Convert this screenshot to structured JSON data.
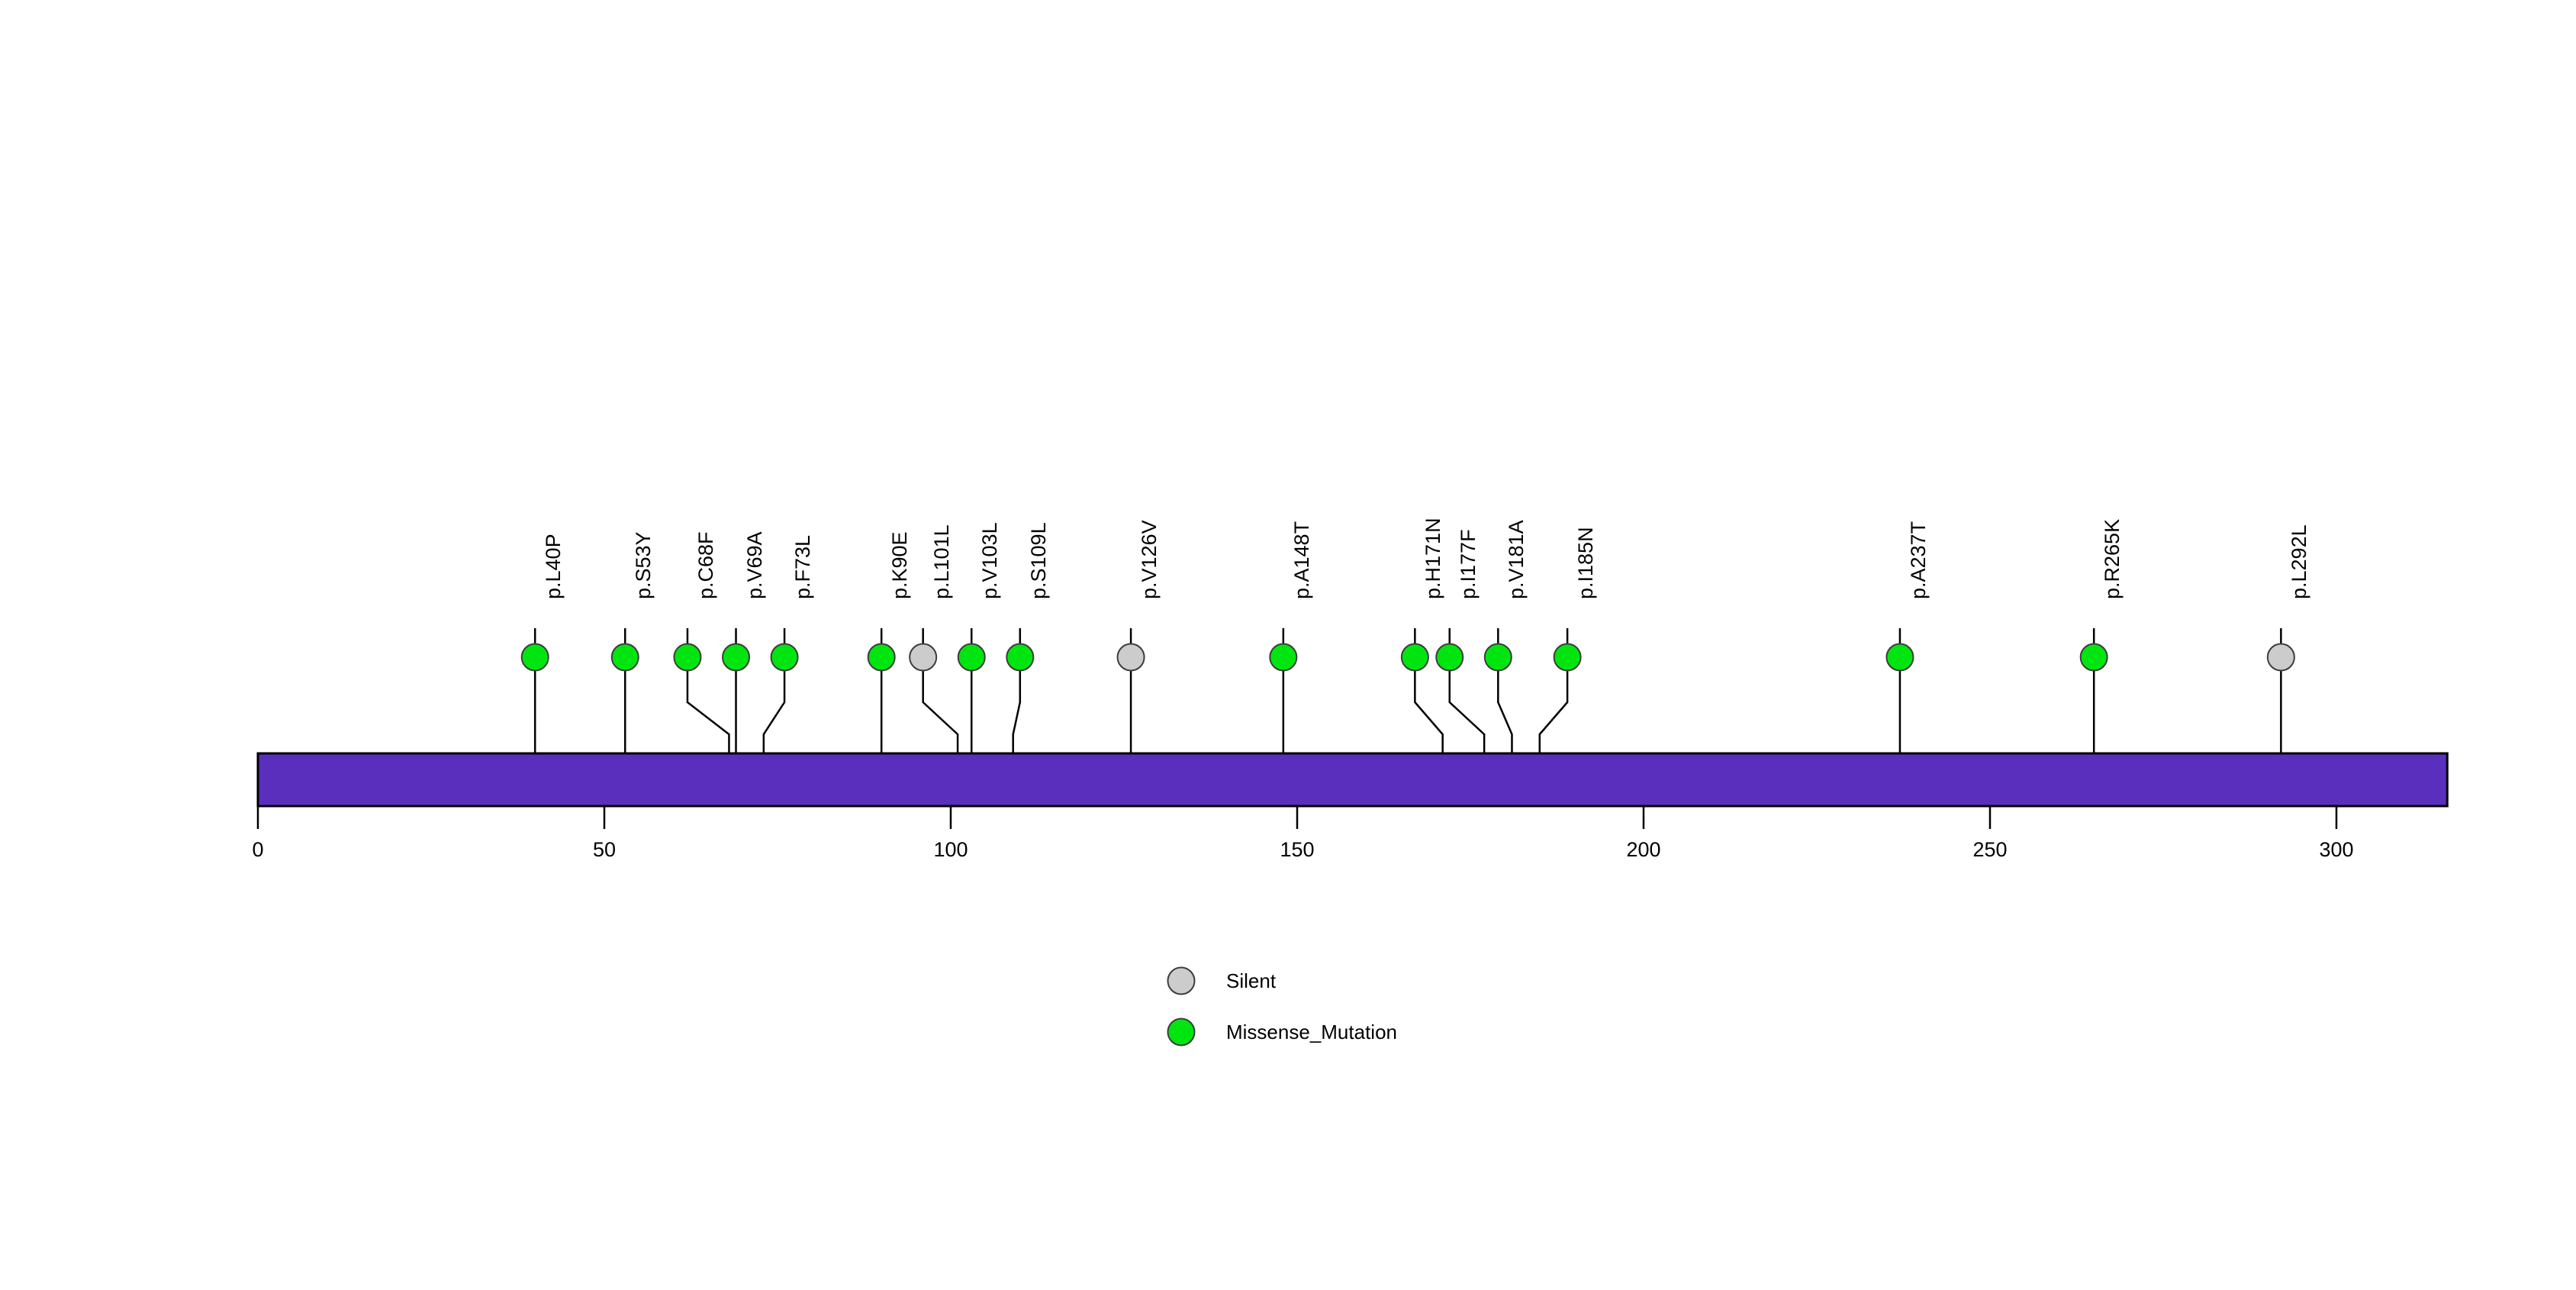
{
  "chart_data": {
    "type": "lollipop",
    "title": "",
    "xlabel": "",
    "ylabel": "",
    "xlim": [
      0,
      316
    ],
    "axis_ticks": [
      0,
      50,
      100,
      150,
      200,
      250,
      300
    ],
    "protein_length": 316,
    "domain_bar": {
      "start": 0,
      "end": 316,
      "color": "#5a2fbe",
      "border": "#000000"
    },
    "legend": {
      "position": "bottom-center",
      "entries": [
        {
          "label": "Silent",
          "color": "#cccccc"
        },
        {
          "label": "Missense_Mutation",
          "color": "#00e510"
        }
      ]
    },
    "mutations": [
      {
        "label": "p.L40P",
        "position": 40,
        "type": "Missense_Mutation",
        "color": "#00e510",
        "label_position": 40
      },
      {
        "label": "p.S53Y",
        "position": 53,
        "type": "Missense_Mutation",
        "color": "#00e510",
        "label_position": 53
      },
      {
        "label": "p.C68F",
        "position": 68,
        "type": "Missense_Mutation",
        "color": "#00e510",
        "label_position": 62
      },
      {
        "label": "p.V69A",
        "position": 69,
        "type": "Missense_Mutation",
        "color": "#00e510",
        "label_position": 69
      },
      {
        "label": "p.F73L",
        "position": 73,
        "type": "Missense_Mutation",
        "color": "#00e510",
        "label_position": 76
      },
      {
        "label": "p.K90E",
        "position": 90,
        "type": "Missense_Mutation",
        "color": "#00e510",
        "label_position": 90
      },
      {
        "label": "p.L101L",
        "position": 101,
        "type": "Silent",
        "color": "#cccccc",
        "label_position": 96
      },
      {
        "label": "p.V103L",
        "position": 103,
        "type": "Missense_Mutation",
        "color": "#00e510",
        "label_position": 103
      },
      {
        "label": "p.S109L",
        "position": 109,
        "type": "Missense_Mutation",
        "color": "#00e510",
        "label_position": 110
      },
      {
        "label": "p.V126V",
        "position": 126,
        "type": "Silent",
        "color": "#cccccc",
        "label_position": 126
      },
      {
        "label": "p.A148T",
        "position": 148,
        "type": "Missense_Mutation",
        "color": "#00e510",
        "label_position": 148
      },
      {
        "label": "p.H171N",
        "position": 171,
        "type": "Missense_Mutation",
        "color": "#00e510",
        "label_position": 167
      },
      {
        "label": "p.I177F",
        "position": 177,
        "type": "Missense_Mutation",
        "color": "#00e510",
        "label_position": 172
      },
      {
        "label": "p.V181A",
        "position": 181,
        "type": "Missense_Mutation",
        "color": "#00e510",
        "label_position": 179
      },
      {
        "label": "p.I185N",
        "position": 185,
        "type": "Missense_Mutation",
        "color": "#00e510",
        "label_position": 189
      },
      {
        "label": "p.A237T",
        "position": 237,
        "type": "Missense_Mutation",
        "color": "#00e510",
        "label_position": 237
      },
      {
        "label": "p.R265K",
        "position": 265,
        "type": "Missense_Mutation",
        "color": "#00e510",
        "label_position": 265
      },
      {
        "label": "p.L292L",
        "position": 292,
        "type": "Silent",
        "color": "#cccccc",
        "label_position": 292
      }
    ]
  }
}
